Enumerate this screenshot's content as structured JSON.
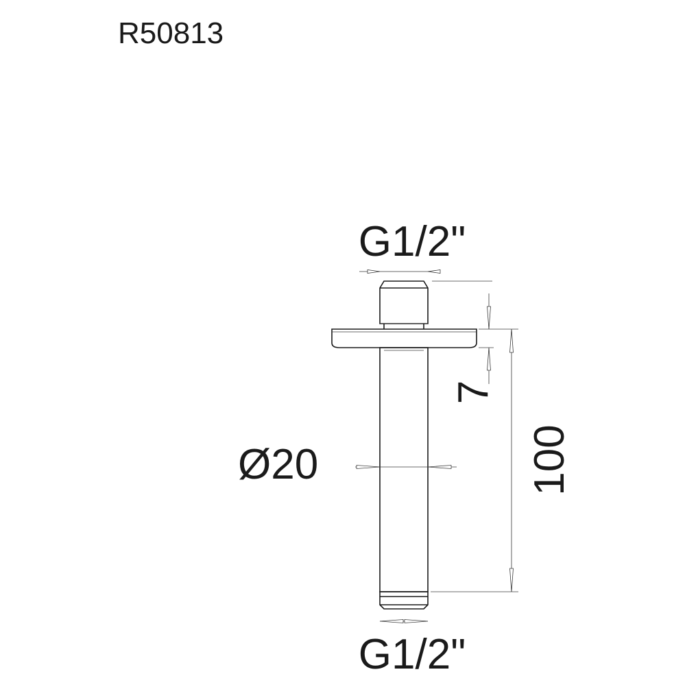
{
  "product_code": "R50813",
  "dimensions": {
    "top_thread": "G1/2\"",
    "bottom_thread": "G1/2\"",
    "flange_thickness": "7",
    "pipe_diameter": "Ø20",
    "overall_length": "100"
  },
  "colors": {
    "line": "#1a1a1a",
    "background": "#ffffff"
  }
}
